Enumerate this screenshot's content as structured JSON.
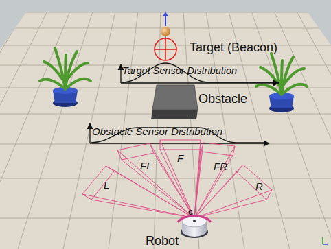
{
  "diagram": {
    "labels": [
      "Target (Beacon)",
      "Target Sensor Distribution",
      "Obstacle",
      "Obstacle Sensor Distribution",
      "FL",
      "F",
      "FR",
      "L",
      "R",
      "c",
      "Robot"
    ]
  }
}
